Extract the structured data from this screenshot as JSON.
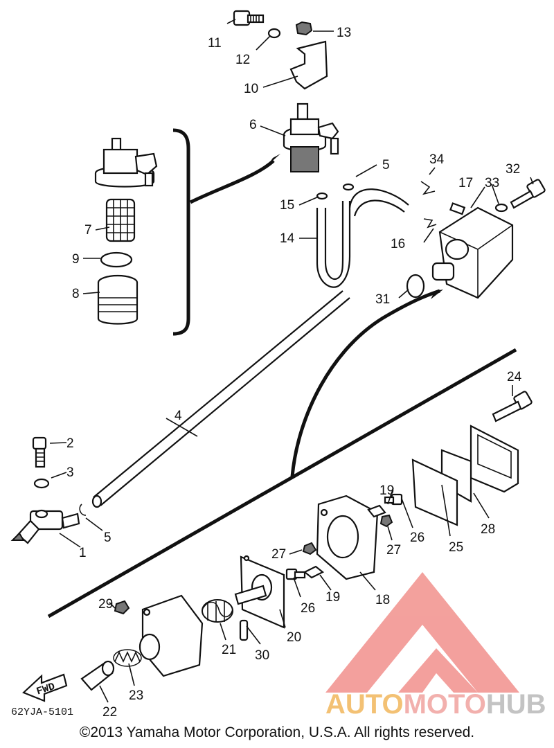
{
  "diagram": {
    "part_code": "62YJA-5101",
    "fwd_label": "FWD",
    "copyright": "©2013 Yamaha Motor Corporation, U.S.A. All rights reserved.",
    "watermark": {
      "word_1": "AUTO",
      "word_2": "MOTO",
      "word_3": "HUB",
      "color_auto": "#f2b75c",
      "color_moto": "#f0a39f",
      "color_hub": "#b9b9b9",
      "triangle_color": "#f1908c"
    },
    "callouts": {
      "c1": "1",
      "c2": "2",
      "c3": "3",
      "c4": "4",
      "c5a": "5",
      "c5b": "5",
      "c6": "6",
      "c7": "7",
      "c8": "8",
      "c9": "9",
      "c10": "10",
      "c11": "11",
      "c12": "12",
      "c13": "13",
      "c14": "14",
      "c15": "15",
      "c16": "16",
      "c17": "17",
      "c18": "18",
      "c19a": "19",
      "c19b": "19",
      "c20": "20",
      "c21": "21",
      "c22": "22",
      "c23": "23",
      "c24": "24",
      "c25": "25",
      "c26a": "26",
      "c26b": "26",
      "c27a": "27",
      "c27b": "27",
      "c28": "28",
      "c29": "29",
      "c30": "30",
      "c31": "31",
      "c32": "32",
      "c33": "33",
      "c34": "34"
    }
  }
}
